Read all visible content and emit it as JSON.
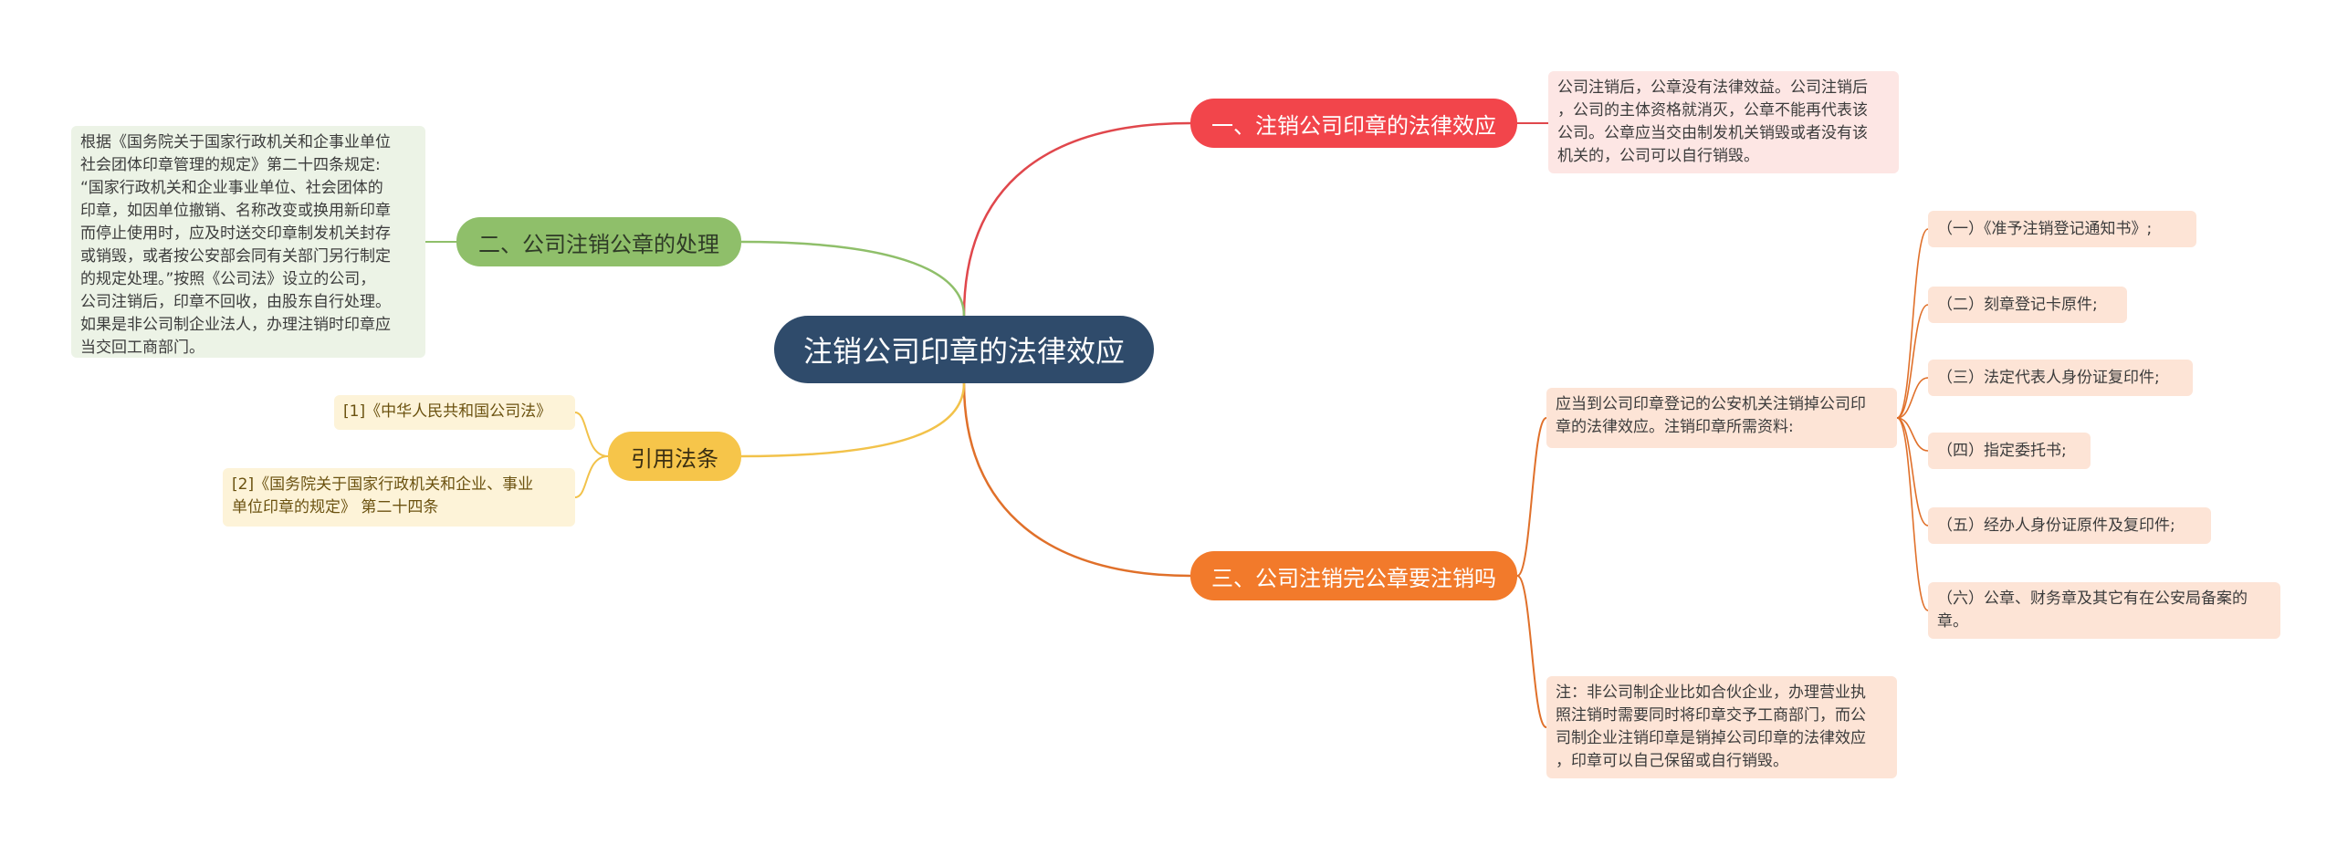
{
  "root": {
    "title": "注销公司印章的法律效应"
  },
  "branches": {
    "b1": {
      "label": "一、注销公司印章的法律效应",
      "note": "公司注销后，公章没有法律效益。公司注销后\n，公司的主体资格就消灭，公章不能再代表该\n公司。公章应当交由制发机关销毁或者没有该\n机关的，公司可以自行销毁。"
    },
    "b2": {
      "label": "二、公司注销公章的处理",
      "note": "根据《国务院关于国家行政机关和企事业单位\n社会团体印章管理的规定》第二十四条规定:\n“国家行政机关和企业事业单位、社会团体的\n印章，如因单位撤销、名称改变或换用新印章\n而停止使用时，应及时送交印章制发机关封存\n或销毁，或者按公安部会同有关部门另行制定\n的规定处理。”按照《公司法》设立的公司，\n公司注销后，印章不回收，由股东自行处理。\n如果是非公司制企业法人，办理注销时印章应\n当交回工商部门。"
    },
    "b3": {
      "label": "三、公司注销完公章要注销吗",
      "intro": "应当到公司印章登记的公安机关注销掉公司印\n章的法律效应。注销印章所需资料:",
      "materials": [
        "（一）《准予注销登记通知书》;",
        "（二）刻章登记卡原件;",
        "（三）法定代表人身份证复印件;",
        "（四）指定委托书;",
        "（五）经办人身份证原件及复印件;",
        "（六）公章、财务章及其它有在公安局备案的\n章。"
      ],
      "note": "注：非公司制企业比如合伙企业，办理营业执\n照注销时需要同时将印章交予工商部门，而公\n司制企业注销印章是销掉公司印章的法律效应\n，印章可以自己保留或自行销毁。"
    },
    "b4": {
      "label": "引用法条",
      "refs": [
        "[1]《中华人民共和国公司法》",
        "[2]《国务院关于国家行政机关和企业、事业\n单位印章的规定》 第二十四条"
      ]
    }
  },
  "colors": {
    "root": "#2f4b6b",
    "red": "#f2454b",
    "green": "#8fbf6a",
    "orange": "#f27a2b",
    "yellow": "#f6c54a"
  }
}
